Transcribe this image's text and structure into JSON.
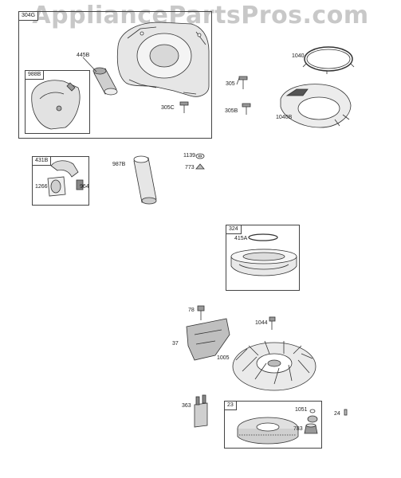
{
  "watermark": "AppliancePartsPros.com",
  "groups": {
    "g304G": "304G",
    "g988B": "988B",
    "g431B": "431B",
    "g324": "324",
    "g23": "23"
  },
  "labels": {
    "p445B": "445B",
    "p1040": "1040",
    "p305": "305",
    "p305C": "305C",
    "p305B": "305B",
    "p1040B": "1040B",
    "p1266": "1266",
    "p964": "964",
    "p987B": "987B",
    "p1139": "1139",
    "p773": "773",
    "p415A": "415A",
    "p78": "78",
    "p1044": "1044",
    "p37": "37",
    "p1005": "1005",
    "p363": "363",
    "p1051": "1051",
    "p24": "24",
    "p783": "783"
  }
}
